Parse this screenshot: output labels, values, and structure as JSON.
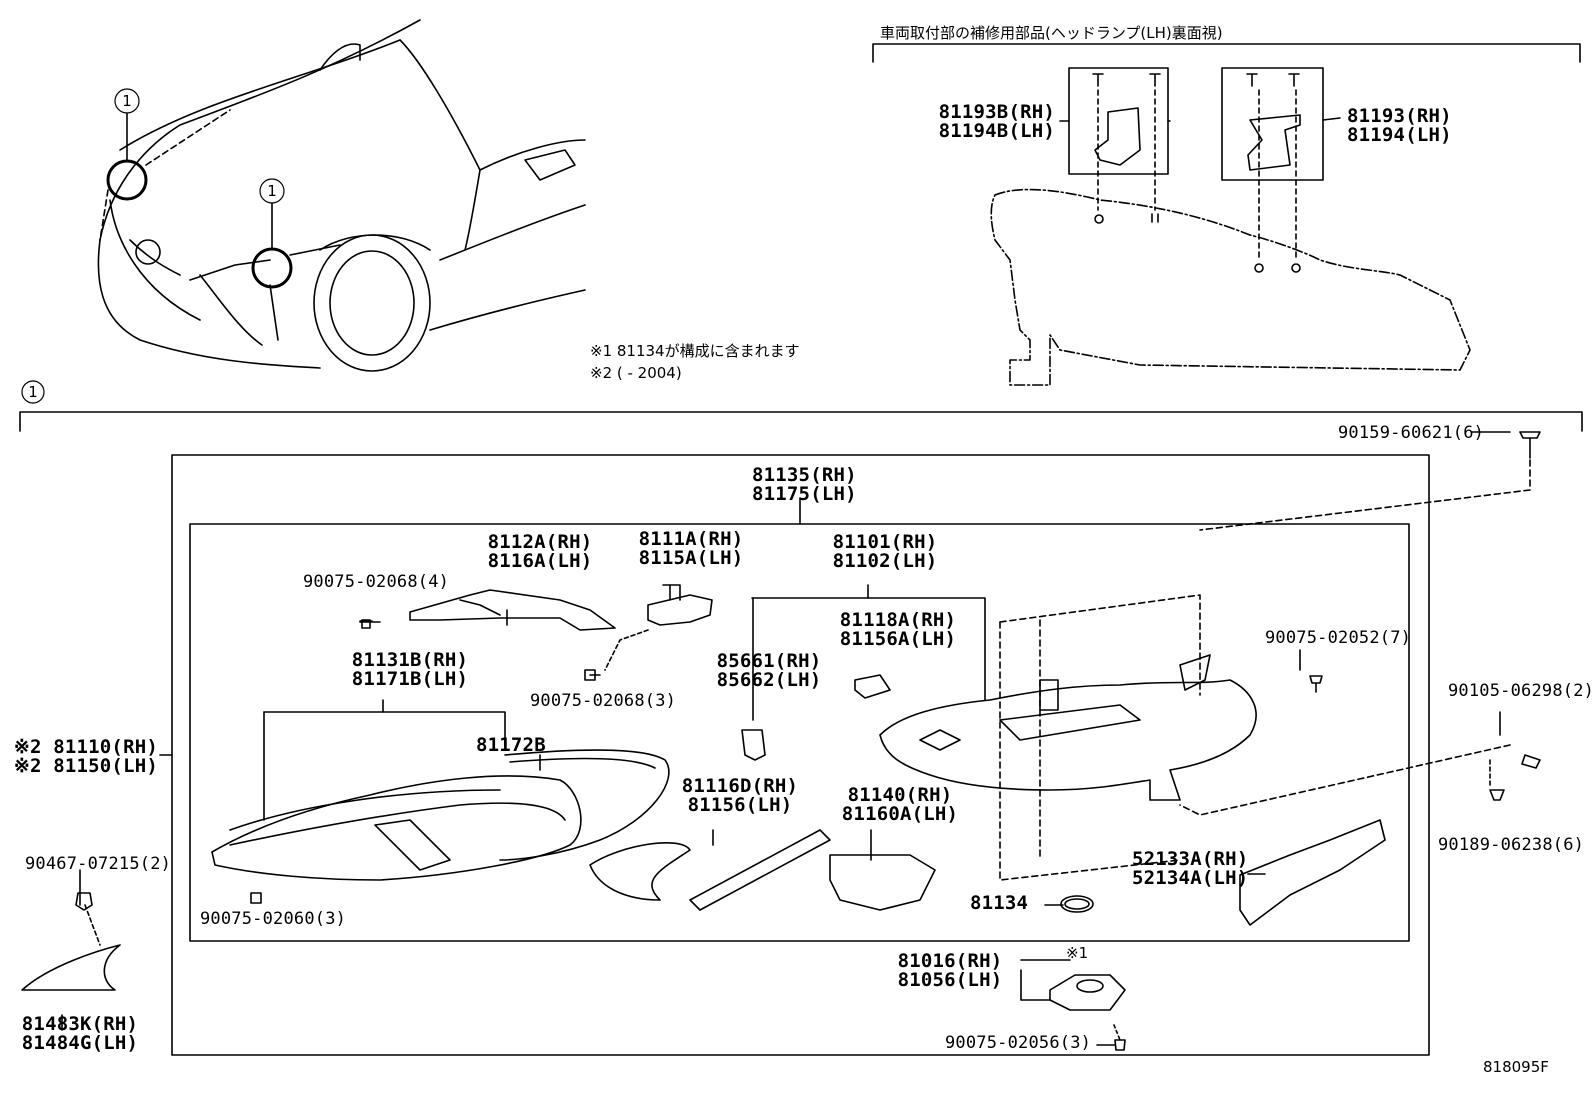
{
  "header": {
    "repair_parts_title": "車両取付部の補修用部品(ヘッドランプ(LH)裏面視)",
    "callout_ref": "1",
    "diagram_id": "818095F"
  },
  "notes": {
    "note1": "※1 81134が構成に含まれます",
    "note2": "※2 (    - 2004)"
  },
  "bracket_parts": {
    "left": [
      "81193B(RH)",
      "81194B(LH)"
    ],
    "right": [
      "81193(RH)",
      "81194(LH)"
    ]
  },
  "parts": {
    "p90159": "90159-60621(6)",
    "p81135": [
      "81135(RH)",
      "81175(LH)"
    ],
    "p8112A": [
      "8112A(RH)",
      "8116A(LH)"
    ],
    "p8111A": [
      "8111A(RH)",
      "8115A(LH)"
    ],
    "p81101": [
      "81101(RH)",
      "81102(LH)"
    ],
    "p90075_02068_4": "90075-02068(4)",
    "p90075_02068_3": "90075-02068(3)",
    "p81118A": [
      "81118A(RH)",
      "81156A(LH)"
    ],
    "p85661": [
      "85661(RH)",
      "85662(LH)"
    ],
    "p81131B": [
      "81131B(RH)",
      "81171B(LH)"
    ],
    "p81172B": "81172B",
    "p81110": [
      "※2 81110(RH)",
      "※2 81150(LH)"
    ],
    "p90075_02052": "90075-02052(7)",
    "p90105": "90105-06298(2)",
    "p90189": "90189-06238(6)",
    "p81116D": [
      "81116D(RH)",
      "81156(LH)"
    ],
    "p81140": [
      "81140(RH)",
      "81160A(LH)"
    ],
    "p52133A": [
      "52133A(RH)",
      "52134A(LH)"
    ],
    "p81134": "81134",
    "p90467": "90467-07215(2)",
    "p90075_02060": "90075-02060(3)",
    "p81483K": [
      "81483K(RH)",
      "81484G(LH)"
    ],
    "p81016": [
      "81016(RH)",
      "81056(LH)"
    ],
    "p81016_note": "※1",
    "p90075_02056": "90075-02056(3)"
  }
}
